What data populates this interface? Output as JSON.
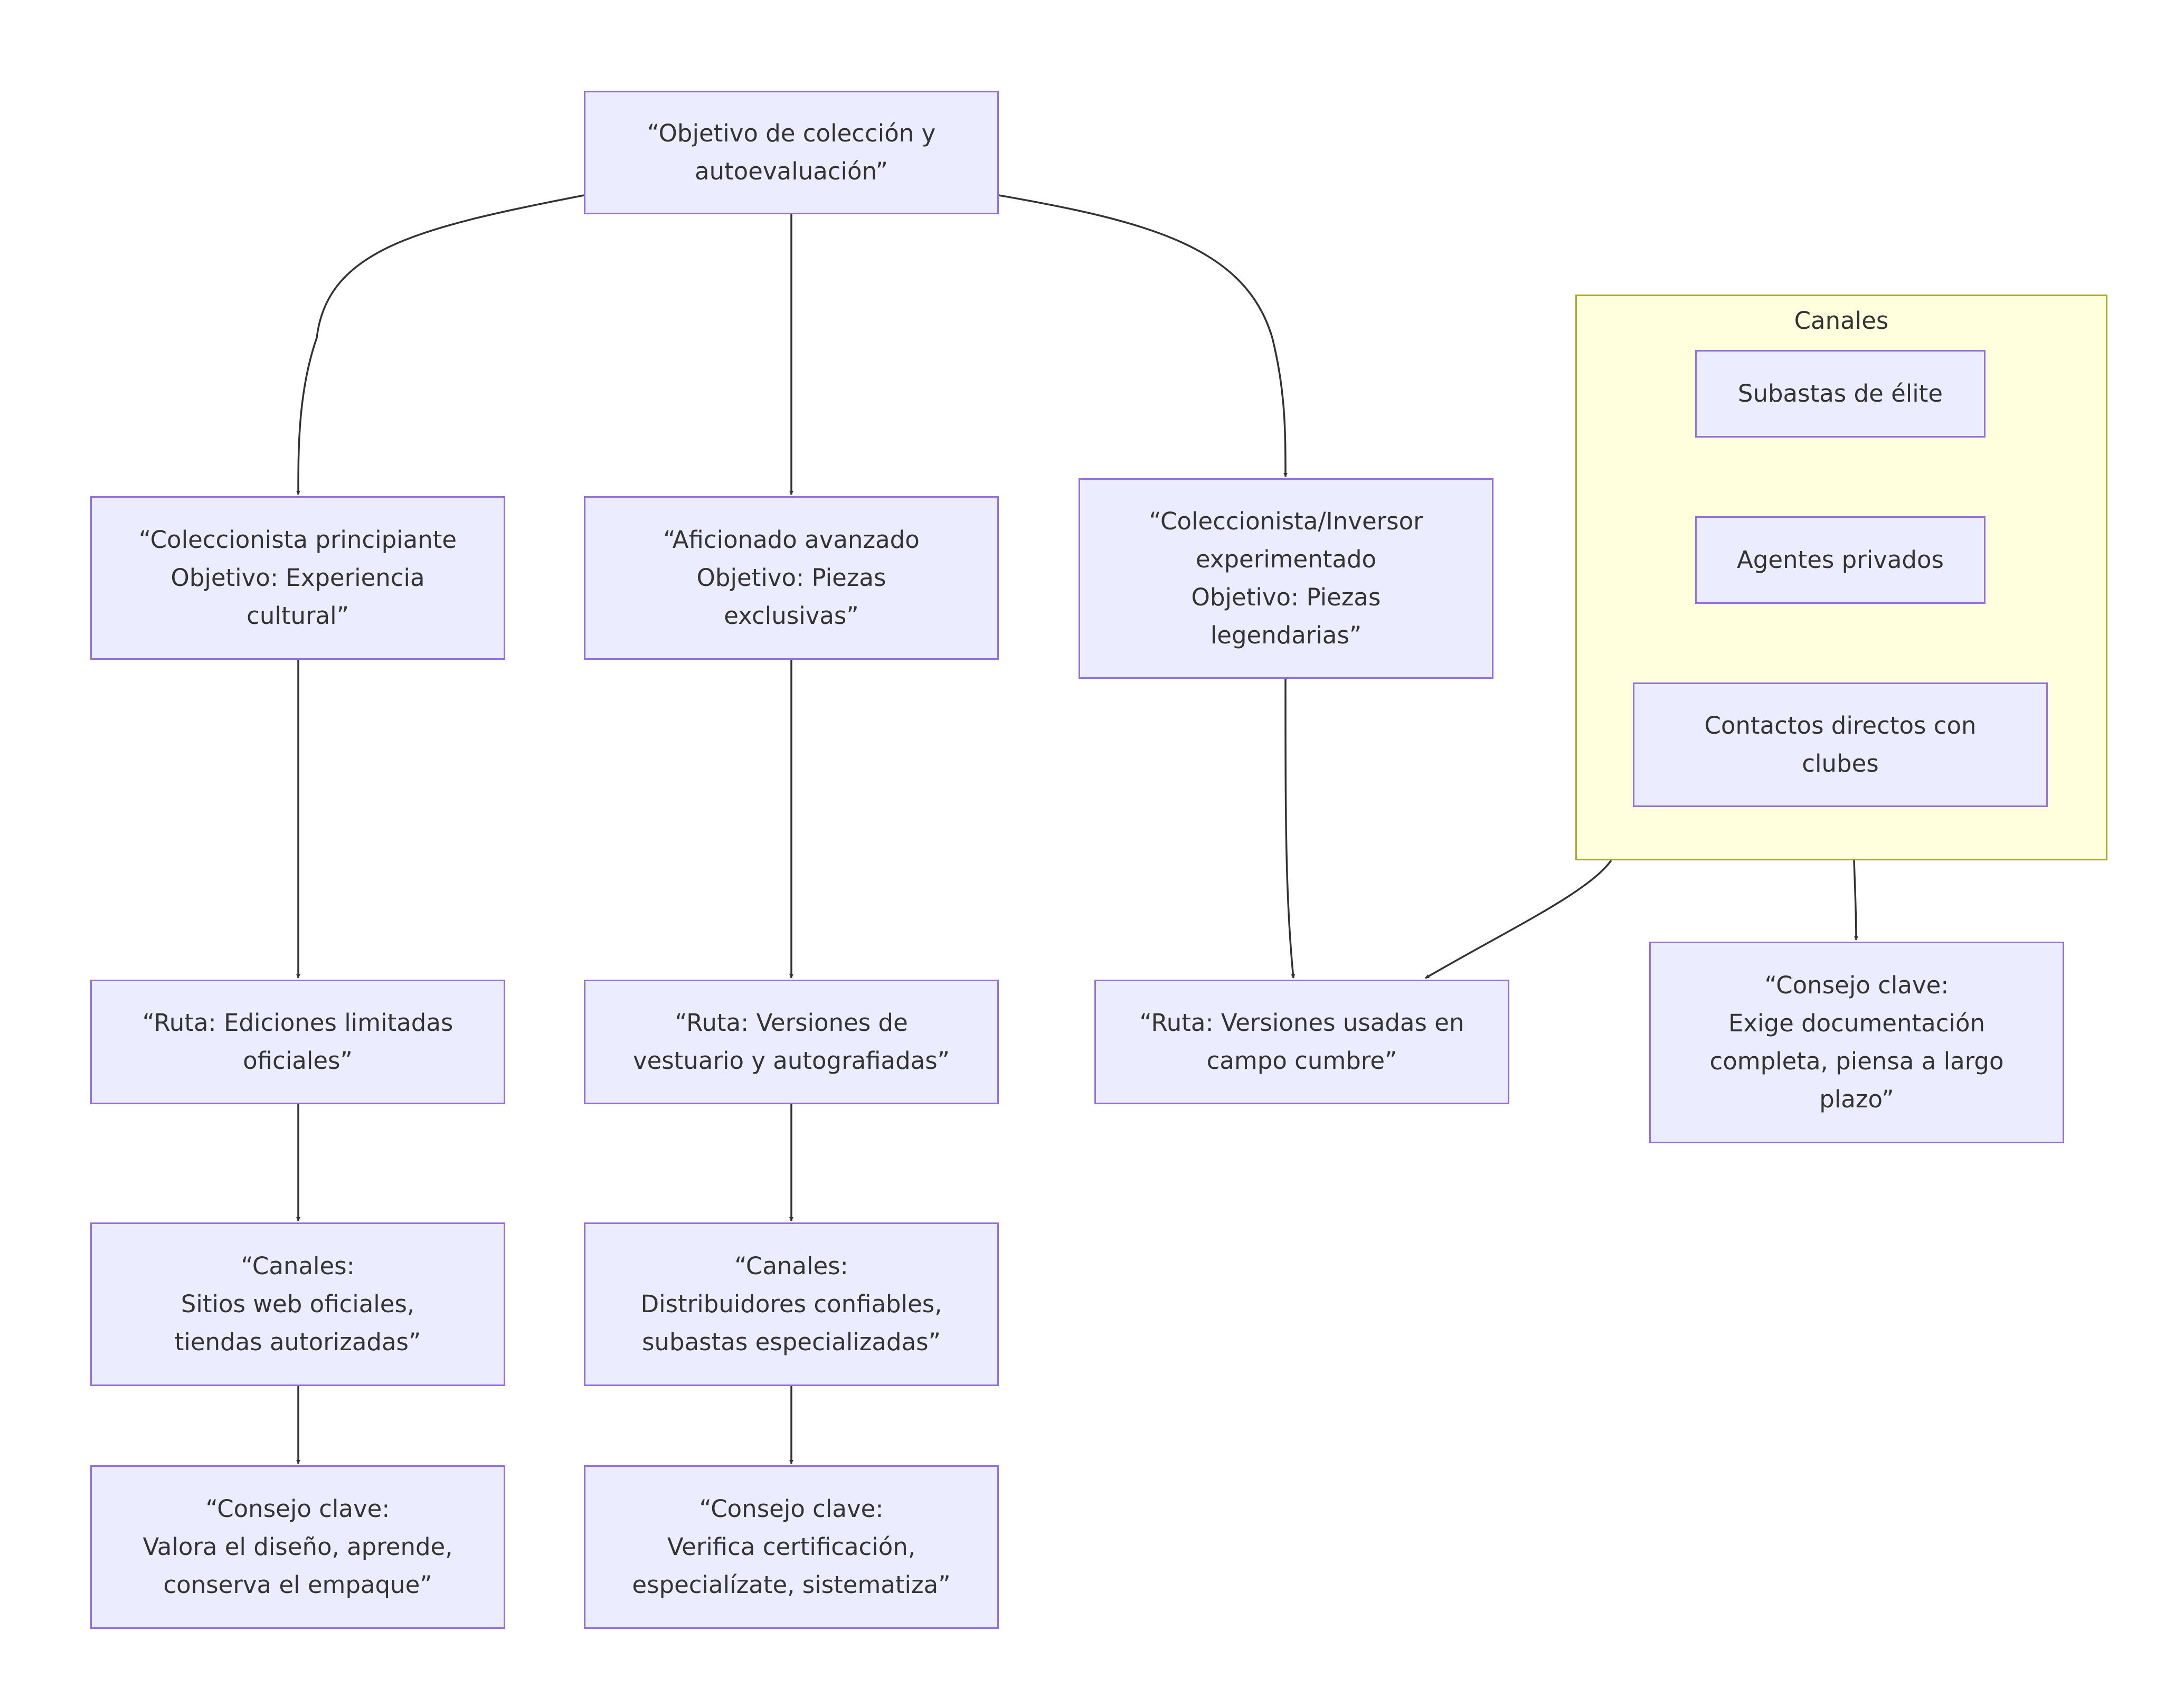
{
  "colors": {
    "node_fill": "#ececff",
    "node_border": "#9370db",
    "cluster_fill": "#ffffde",
    "cluster_border": "#aaaa33",
    "edge": "#333333",
    "text": "#333333"
  },
  "nodes": {
    "root": "“Objetivo de colección y\nautoevaluación”",
    "beginner": "“Coleccionista principiante\nObjetivo: Experiencia\ncultural”",
    "advanced": "“Aficionado avanzado\nObjetivo: Piezas\nexclusivas”",
    "expert": "“Coleccionista/Inversor\nexperimentado\nObjetivo: Piezas\nlegendarias”",
    "route_beginner": "“Ruta: Ediciones limitadas\noficiales”",
    "route_advanced": "“Ruta: Versiones de\nvestuario y autografiadas”",
    "route_expert": "“Ruta: Versiones usadas en\ncampo cumbre”",
    "channels_beginner": "“Canales:\nSitios web oficiales,\ntiendas autorizadas”",
    "channels_advanced": "“Canales:\nDistribuidores confiables,\nsubastas especializadas”",
    "tip_beginner": "“Consejo clave:\nValora el diseño, aprende,\nconserva el empaque”",
    "tip_advanced": "“Consejo clave:\nVerifica certificación,\nespecialízate, sistematiza”",
    "tip_expert": "“Consejo clave:\nExige documentación\ncompleta, piensa a largo\nplazo”"
  },
  "cluster": {
    "title": "Canales",
    "items": [
      "Subastas de élite",
      "Agentes privados",
      "Contactos directos con\nclubes"
    ]
  }
}
